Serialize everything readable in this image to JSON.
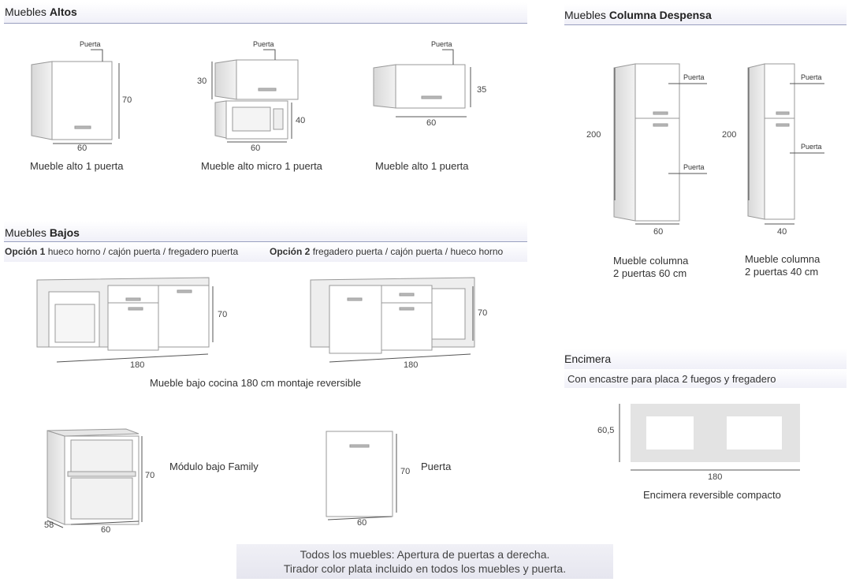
{
  "altos": {
    "title_light": "Muebles",
    "title_bold": "Altos",
    "items": [
      {
        "name": "Mueble alto 1 puerta",
        "callout": "Puerta",
        "width": "60",
        "height": "70"
      },
      {
        "name": "Mueble alto micro 1 puerta",
        "callout": "Puerta",
        "width": "60",
        "height_top": "30",
        "height_bottom": "40"
      },
      {
        "name": "Mueble alto 1 puerta",
        "callout": "Puerta",
        "width": "60",
        "height": "35"
      }
    ]
  },
  "columna": {
    "title_light": "Muebles",
    "title_bold": "Columna Despensa",
    "items": [
      {
        "name_line1": "Mueble columna",
        "name_line2": "2 puertas 60 cm",
        "callout_top": "Puerta",
        "callout_bottom": "Puerta",
        "width": "60",
        "height": "200"
      },
      {
        "name_line1": "Mueble columna",
        "name_line2": "2 puertas 40 cm",
        "callout_top": "Puerta",
        "callout_bottom": "Puerta",
        "width": "40",
        "height": "200"
      }
    ]
  },
  "bajos": {
    "title_light": "Muebles",
    "title_bold": "Bajos",
    "option1_label": "Opción 1",
    "option1_text": "hueco horno / cajón puerta / fregadero puerta",
    "option2_label": "Opción 2",
    "option2_text": "fregadero puerta / cajón puerta / hueco horno",
    "width1": "180",
    "height1": "70",
    "width2": "180",
    "height2": "70",
    "caption": "Mueble bajo cocina 180 cm montaje reversible",
    "family": {
      "name": "Módulo bajo Family",
      "depth": "58",
      "width": "60",
      "height": "70"
    },
    "door": {
      "name": "Puerta",
      "width": "60",
      "height": "70"
    }
  },
  "encimera": {
    "title": "Encimera",
    "subtitle": "Con encastre para placa 2 fuegos y fregadero",
    "depth": "60,5",
    "width": "180",
    "caption": "Encimera reversible compacto"
  },
  "note": {
    "line1": "Todos los muebles: Apertura de puertas a derecha.",
    "line2": "Tirador color plata incluido en todos los muebles y puerta."
  }
}
